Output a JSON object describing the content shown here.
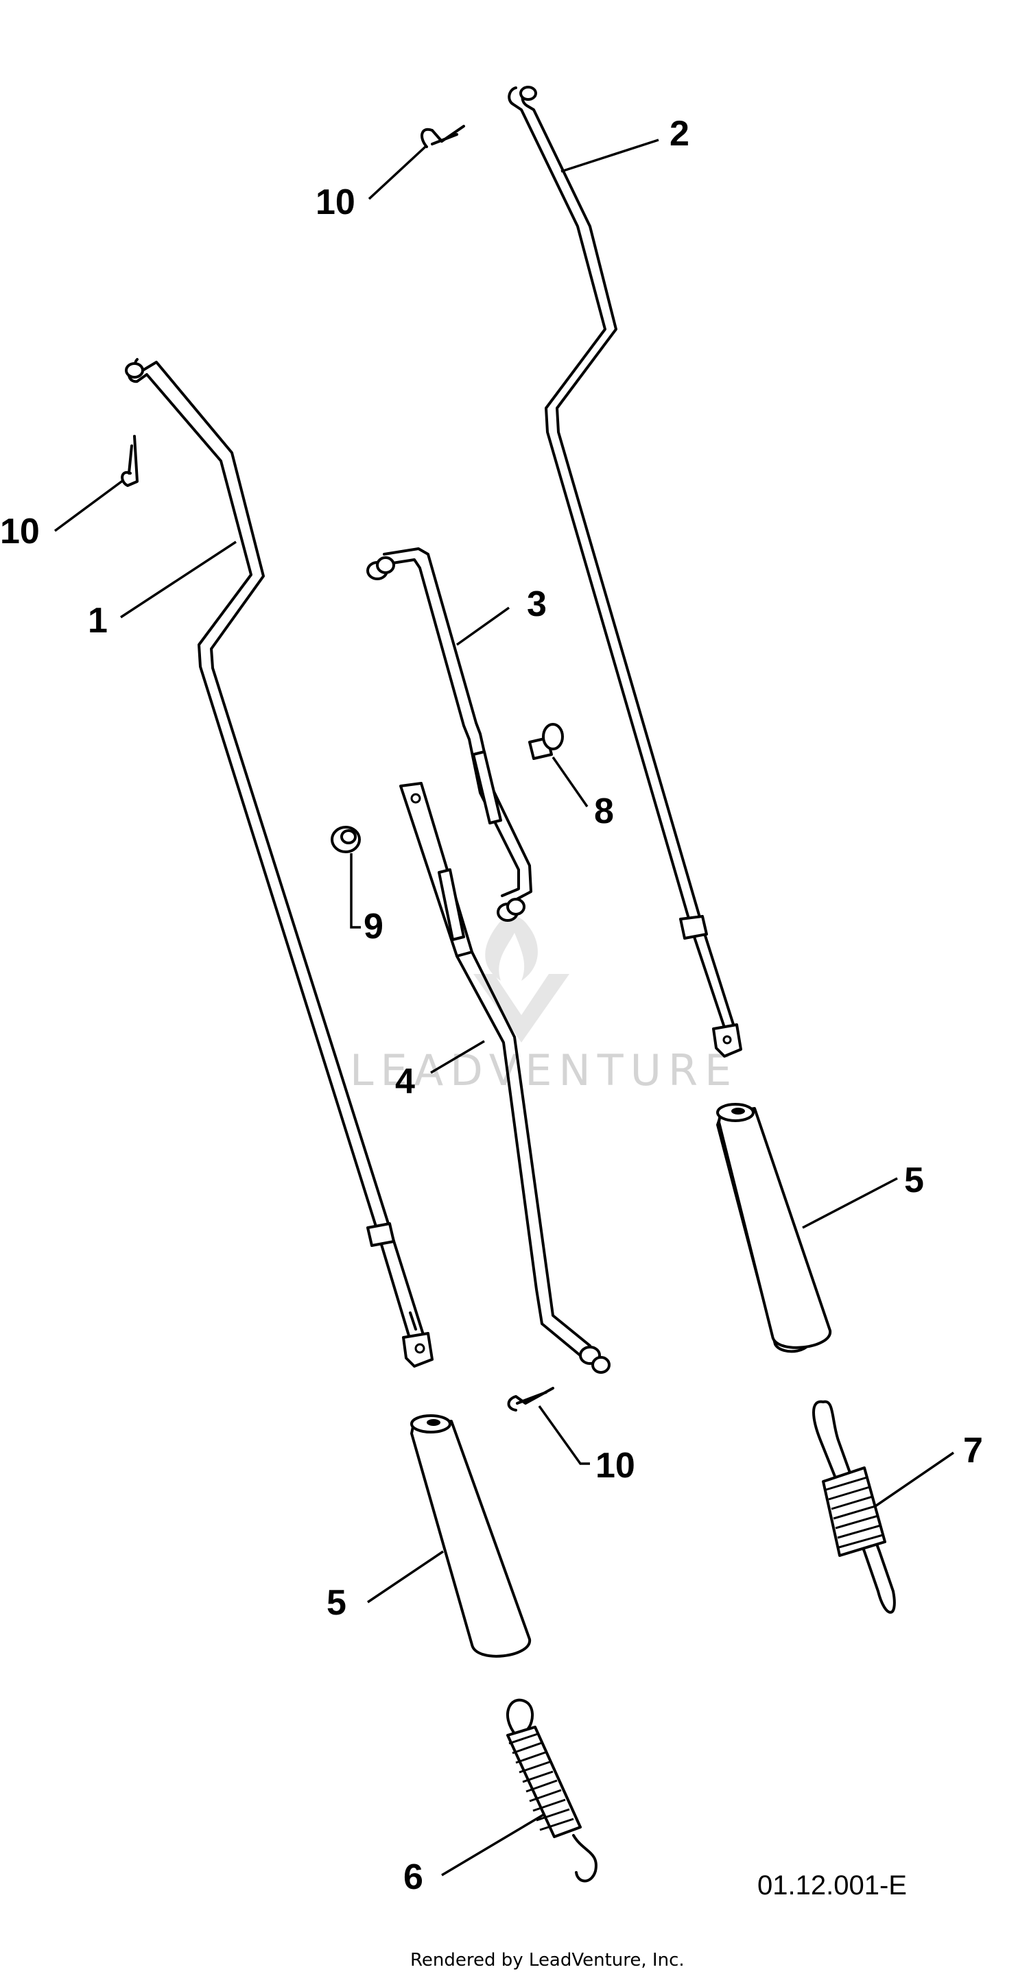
{
  "diagram": {
    "callouts": [
      {
        "id": "c1",
        "label": "1"
      },
      {
        "id": "c2",
        "label": "2"
      },
      {
        "id": "c3",
        "label": "3"
      },
      {
        "id": "c4",
        "label": "4"
      },
      {
        "id": "c5a",
        "label": "5"
      },
      {
        "id": "c5b",
        "label": "5"
      },
      {
        "id": "c6",
        "label": "6"
      },
      {
        "id": "c7",
        "label": "7"
      },
      {
        "id": "c8",
        "label": "8"
      },
      {
        "id": "c9",
        "label": "9"
      },
      {
        "id": "c10a",
        "label": "10"
      },
      {
        "id": "c10b",
        "label": "10"
      },
      {
        "id": "c10c",
        "label": "10"
      }
    ],
    "diagram_code": "01.12.001-E",
    "footer": "Rendered by LeadVenture, Inc.",
    "watermark": "LEADVENTURE"
  }
}
